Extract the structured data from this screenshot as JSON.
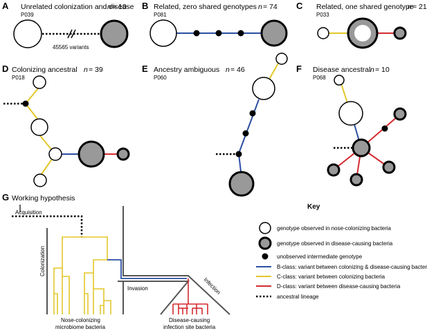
{
  "colors": {
    "b_class": "#2b4ea2",
    "c_class": "#e3c72a",
    "d_class": "#d42a30",
    "colonizing_fill": "#ffffff",
    "disease_fill": "#999999",
    "intermediate_fill": "#000000",
    "structure_gray": "#555555"
  },
  "panels": {
    "A": {
      "letter": "A",
      "title": "Unrelated colonization and disease",
      "id": "P039",
      "n_label": "n",
      "n_value": "= 10",
      "variants": "45565 variants"
    },
    "B": {
      "letter": "B",
      "title": "Related, zero shared genotypes",
      "id": "P081",
      "n_label": "n",
      "n_value": "= 74"
    },
    "C": {
      "letter": "C",
      "title": "Related, one shared genotype",
      "id": "P033",
      "n_label": "n",
      "n_value": "= 21"
    },
    "D": {
      "letter": "D",
      "title": "Colonizing ancestral",
      "id": "P018",
      "n_label": "n",
      "n_value": "= 39"
    },
    "E": {
      "letter": "E",
      "title": "Ancestry ambiguous",
      "id": "P060",
      "n_label": "n",
      "n_value": "= 46"
    },
    "F": {
      "letter": "F",
      "title": "Disease ancestral",
      "id": "P068",
      "n_label": "n",
      "n_value": "= 10"
    },
    "G": {
      "letter": "G",
      "title": "Working hypothesis",
      "acquisition": "Acquisition",
      "colonization": "Colonization",
      "invasion": "Invasion",
      "infection": "Infection",
      "nose_label_1": "Nose-colonizing",
      "nose_label_2": "microbiome bacteria",
      "disease_label_1": "Disease-causing",
      "disease_label_2": "infection site bacteria"
    }
  },
  "key": {
    "title": "Key",
    "items": [
      {
        "icon": "open-circle",
        "label": "genotype observed in nose-colonizing bacteria"
      },
      {
        "icon": "gray-circle",
        "label": "genotype observed in disease-causing bacteria"
      },
      {
        "icon": "black-dot",
        "label": "unobserved intermediate genotype"
      },
      {
        "icon": "blue-line",
        "label": "B-class: variant between colonizing & disease-causing bacteria"
      },
      {
        "icon": "yellow-line",
        "label": "C-class: variant between colonizing bacteria"
      },
      {
        "icon": "red-line",
        "label": "D-class: variant between disease-causing bacteria"
      },
      {
        "icon": "dotted-line",
        "label": "ancestral lineage"
      }
    ]
  }
}
